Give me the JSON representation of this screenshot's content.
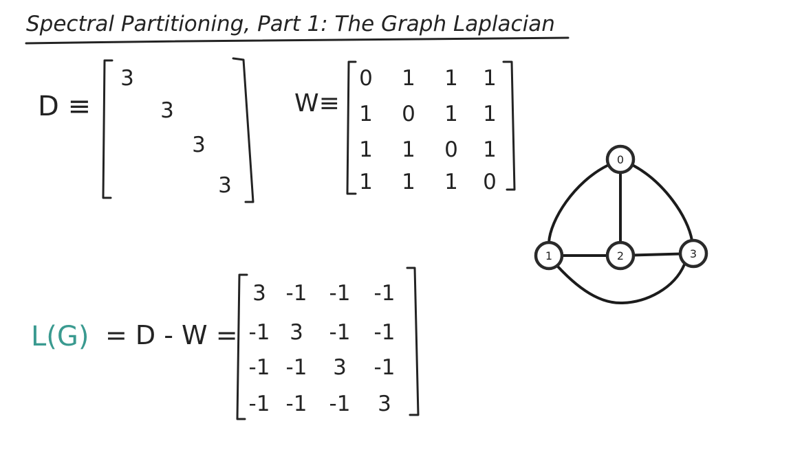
{
  "title": "Spectral Partitioning, Part 1: The Graph Laplacian",
  "colors": {
    "ink": "#232323",
    "accent": "#3a9a90",
    "background": "#ffffff"
  },
  "degree_matrix": {
    "label": "D ≡",
    "rows": [
      [
        "3",
        "",
        "",
        ""
      ],
      [
        "",
        "3",
        "",
        ""
      ],
      [
        "",
        "",
        "3",
        ""
      ],
      [
        "",
        "",
        "",
        "3"
      ]
    ]
  },
  "adjacency_matrix": {
    "label": "W≡",
    "rows": [
      [
        "0",
        "1",
        "1",
        "1"
      ],
      [
        "1",
        "0",
        "1",
        "1"
      ],
      [
        "1",
        "1",
        "0",
        "1"
      ],
      [
        "1",
        "1",
        "1",
        "0"
      ]
    ]
  },
  "laplacian": {
    "lhs": "L(G)",
    "rhs": "= D - W =",
    "rows": [
      [
        "3",
        "-1",
        "-1",
        "-1"
      ],
      [
        "-1",
        "3",
        "-1",
        "-1"
      ],
      [
        "-1",
        "-1",
        "3",
        "-1"
      ],
      [
        "-1",
        "-1",
        "-1",
        "3"
      ]
    ]
  },
  "graph": {
    "nodes": [
      {
        "id": "0",
        "label": "0"
      },
      {
        "id": "1",
        "label": "1"
      },
      {
        "id": "2",
        "label": "2"
      },
      {
        "id": "3",
        "label": "3"
      }
    ],
    "edges": [
      [
        "0",
        "1"
      ],
      [
        "0",
        "2"
      ],
      [
        "0",
        "3"
      ],
      [
        "1",
        "2"
      ],
      [
        "2",
        "3"
      ],
      [
        "1",
        "3"
      ]
    ]
  }
}
